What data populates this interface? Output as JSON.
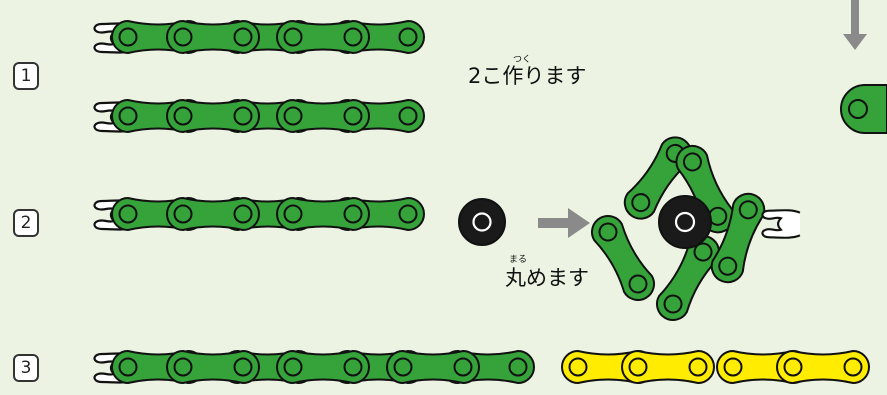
{
  "colors": {
    "background": "#ecf3e3",
    "green_link": "#35a33a",
    "yellow_link": "#ffec00",
    "black_pivot": "#1a1a1a",
    "outline": "#111111",
    "arrow": "#8a8a8a"
  },
  "steps": [
    {
      "number": "1",
      "caption": "2こ作ります",
      "ruby_word": "作",
      "ruby": "つく",
      "figure": "two green chains, each 3 links"
    },
    {
      "number": "2",
      "caption": "丸めます",
      "ruby_word": "丸",
      "ruby": "まる",
      "figure": "green chain with black end joint, rolled into a ring"
    },
    {
      "number": "3",
      "figure": "long chain: green links followed by yellow links"
    }
  ],
  "icons": [
    "arrow-right-icon",
    "arrow-down-icon",
    "clip-icon"
  ]
}
